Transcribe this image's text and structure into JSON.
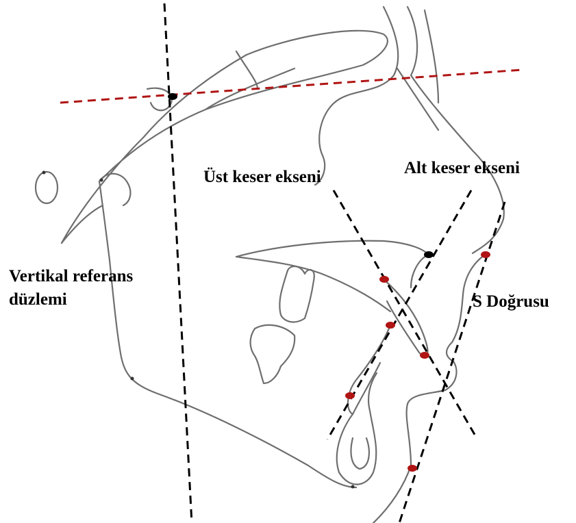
{
  "labels": {
    "vertical_reference_line1": "Vertikal referans",
    "vertical_reference_line2": "düzlemi",
    "upper_incisor_axis": "Üst keser ekseni",
    "lower_incisor_axis": "Alt keser ekseni",
    "s_line": "S Doğrusu"
  },
  "colors": {
    "horizontal_reference_line": "#b01414",
    "construction_lines": "#000000",
    "landmark_points_red": "#b01414",
    "landmark_points_black": "#000000",
    "tracing_outline": "#6e6e6e"
  }
}
